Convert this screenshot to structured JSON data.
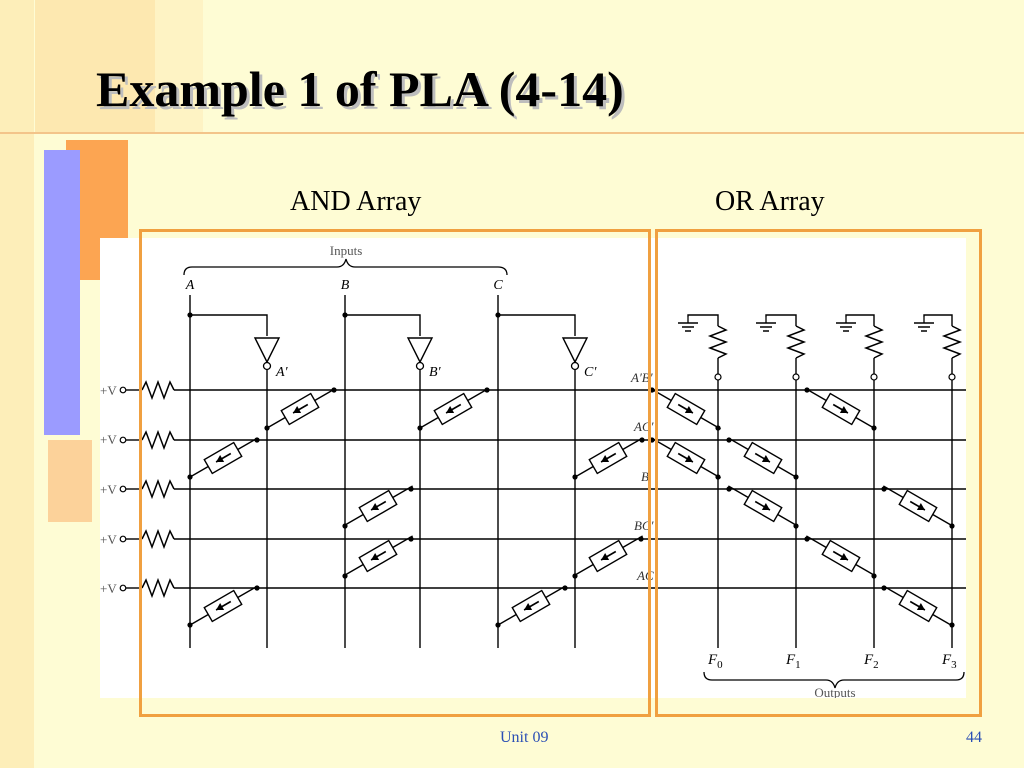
{
  "slide": {
    "title": "Example 1 of PLA (4-14)",
    "and_array_label": "AND Array",
    "or_array_label": "OR Array",
    "footer_unit": "Unit 09",
    "page_number": "44"
  },
  "diagram": {
    "inputs_brace_label": "Inputs",
    "outputs_brace_label": "Outputs",
    "input_labels": [
      "A",
      "B",
      "C"
    ],
    "complement_labels": [
      "A′",
      "B′",
      "C′"
    ],
    "supply_labels": [
      "+V",
      "+V",
      "+V",
      "+V",
      "+V"
    ],
    "term_labels": [
      "A′B′",
      "AC′",
      "B",
      "BC′",
      "AC"
    ],
    "output_labels": [
      "F0",
      "F1",
      "F2",
      "F3"
    ],
    "colors": {
      "highlight_box": "#f0a040",
      "background": "#fefcd4",
      "footer_text": "#2b4fb5"
    }
  }
}
